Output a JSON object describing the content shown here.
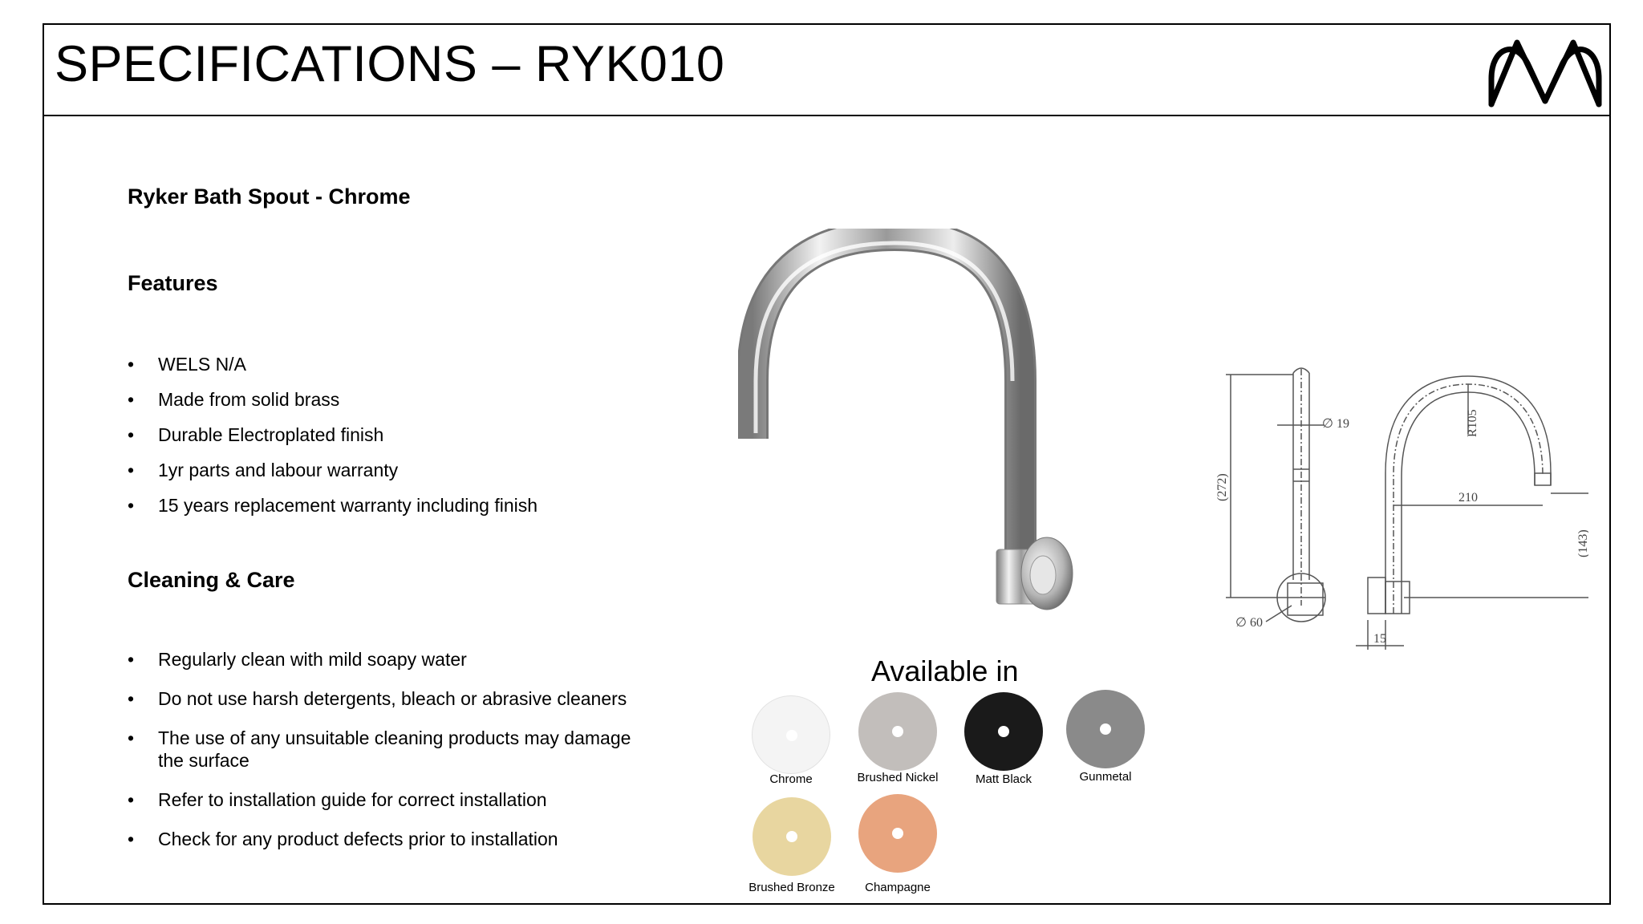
{
  "header": {
    "title": "SPECIFICATIONS – RYK010",
    "logo_icon": "m-logo-icon"
  },
  "product": {
    "name": "Ryker Bath Spout - Chrome"
  },
  "features": {
    "heading": "Features",
    "items": [
      "WELS N/A",
      "Made from solid brass",
      "Durable Electroplated finish",
      "1yr parts and labour warranty",
      "15 years replacement warranty including finish"
    ]
  },
  "care": {
    "heading": "Cleaning & Care",
    "items": [
      "Regularly clean with mild soapy water",
      "Do not use harsh detergents, bleach or abrasive cleaners",
      "The use of any unsuitable cleaning products may damage the surface",
      "Refer to installation guide for correct installation",
      "Check for any product defects prior to installation"
    ]
  },
  "finishes": {
    "heading": "Available in",
    "items": [
      {
        "label": "Chrome",
        "color": "#f4f4f4"
      },
      {
        "label": "Brushed Nickel",
        "color": "#c2bebb"
      },
      {
        "label": "Matt Black",
        "color": "#1a1a1a"
      },
      {
        "label": "Gunmetal",
        "color": "#8a8a8a"
      },
      {
        "label": "Brushed Bronze",
        "color": "#e8d6a0"
      },
      {
        "label": "Champagne",
        "color": "#e8a47e"
      }
    ]
  },
  "drawing": {
    "dim_19": "19",
    "dim_r105": "R105",
    "dim_272": "(272)",
    "dim_210": "210",
    "dim_143": "(143)",
    "dim_60": "60",
    "dim_15": "15"
  }
}
